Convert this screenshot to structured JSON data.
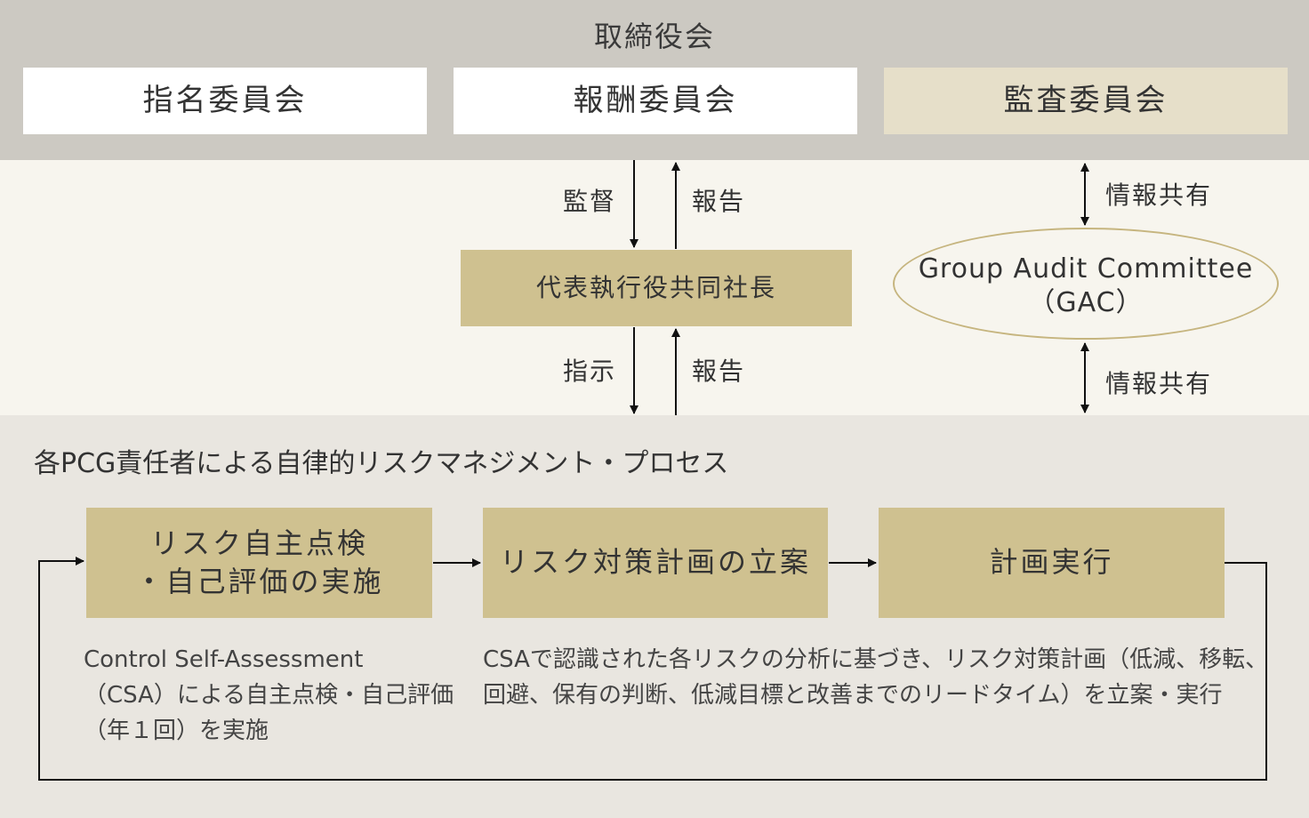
{
  "board": {
    "title": "取締役会"
  },
  "committees": {
    "nomination": "指名委員会",
    "compensation": "報酬委員会",
    "audit": "監査委員会"
  },
  "ceo": {
    "label": "代表執行役共同社長"
  },
  "gac": {
    "line1": "Group Audit Committee",
    "line2": "（GAC）"
  },
  "arrow_labels": {
    "supervision": "監督",
    "report_top": "報告",
    "instruction": "指示",
    "report_bottom": "報告",
    "info_share_top": "情報共有",
    "info_share_bottom": "情報共有"
  },
  "pcg": {
    "title": "各PCG責任者による自律的リスクマネジメント・プロセス",
    "steps": [
      {
        "line1": "リスク自主点検",
        "line2": "・自己評価の実施"
      },
      {
        "line1": "リスク対策計画の立案"
      },
      {
        "line1": "計画実行"
      }
    ],
    "desc1": [
      "Control Self-Assessment",
      "（CSA）による自主点検・自己評価",
      "（年１回）を実施"
    ],
    "desc2": [
      "CSAで認識された各リスクの分析に基づき、リスク対策計画（低減、移転、",
      "回避、保有の判断、低減目標と改善までのリードタイム）を立案・実行"
    ]
  }
}
